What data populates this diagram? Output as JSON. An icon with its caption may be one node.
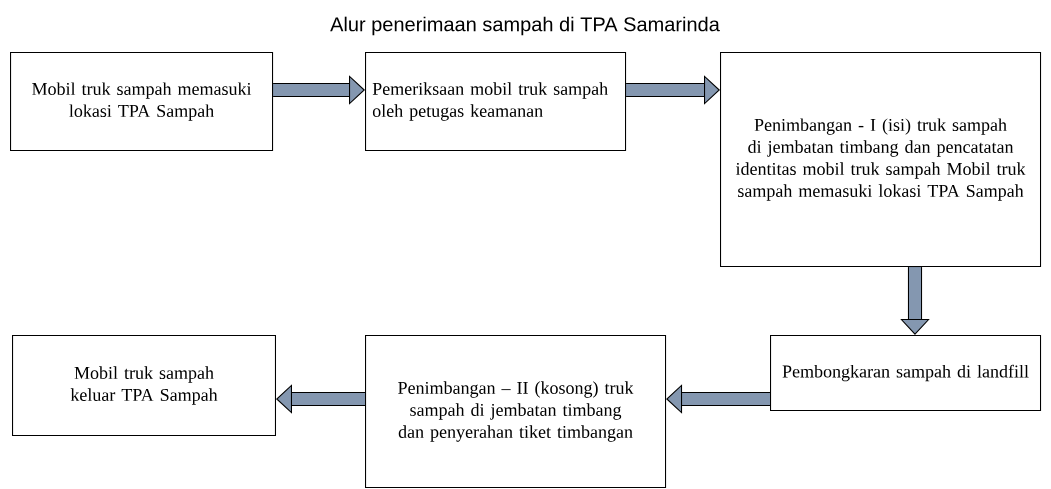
{
  "diagram": {
    "title": "Alur penerimaan sampah di TPA Samarinda",
    "nodes": [
      {
        "text": [
          "Mobil truk sampah memasuki lokasi TPA Sampah"
        ]
      },
      {
        "text": [
          "Pemeriksaan mobil truk sampah oleh petugas keamanan"
        ]
      },
      {
        "text": [
          "Penimbangan - I (isi) truk sampah di jembatan timbang dan pencatatan identitas mobil truk sampah Mobil truk sampah memasuki lokasi TPA Sampah"
        ]
      },
      {
        "text": [
          "Pembongkaran sampah di landfill"
        ]
      },
      {
        "text": [
          "Penimbangan – II (kosong) truk sampah di jembatan timbang dan penyerahan tiket timbangan"
        ]
      },
      {
        "text": [
          "Mobil truk sampah keluar TPA Sampah"
        ]
      }
    ],
    "edges": [
      {
        "from": 0,
        "to": 1,
        "arrow": "to"
      },
      {
        "from": 1,
        "to": 2,
        "arrow": "to"
      },
      {
        "from": 2,
        "to": 3,
        "arrow": "to"
      },
      {
        "from": 3,
        "to": 4,
        "arrow": "to"
      },
      {
        "from": 4,
        "to": 5,
        "arrow": "to"
      }
    ]
  }
}
